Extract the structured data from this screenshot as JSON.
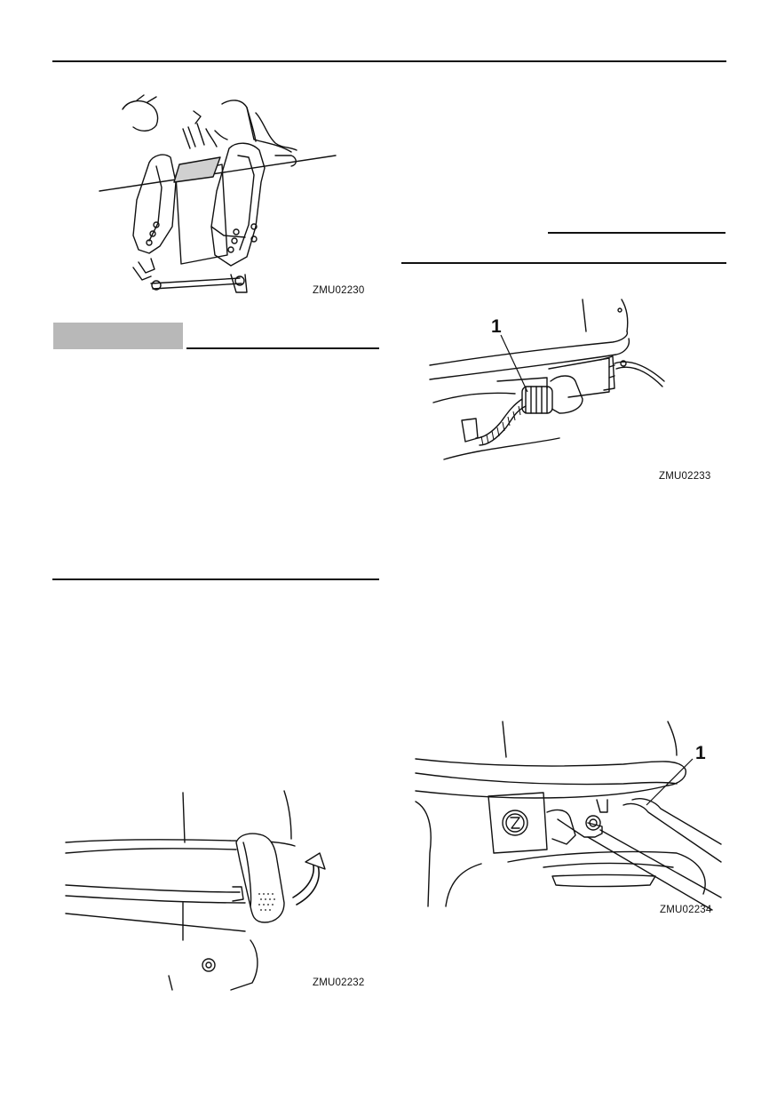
{
  "figures": {
    "fig1": {
      "code": "ZMU02230"
    },
    "fig2": {
      "code": "ZMU02233",
      "callout": "1"
    },
    "fig3": {
      "code": "ZMU02232"
    },
    "fig4": {
      "code": "ZMU02234",
      "callout": "1"
    }
  },
  "colors": {
    "ink": "#111111",
    "tab_gray": "#b8b8b8",
    "highlight": "#d0d0d0"
  }
}
